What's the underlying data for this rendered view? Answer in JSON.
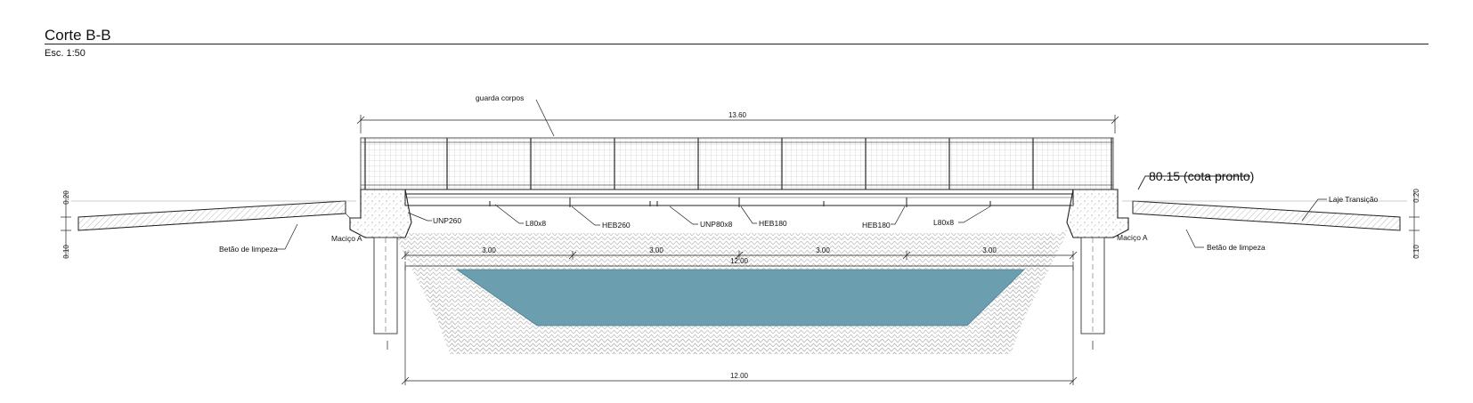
{
  "header": {
    "title": "Corte B-B",
    "scale": "Esc. 1:50"
  },
  "labels": {
    "guard_rail": "guarda corpos",
    "finished_level": "80.15 (cota pronto)",
    "transition_slab": "Laje Transição",
    "lean_concrete_left": "Betão de limpeza",
    "lean_concrete_right": "Betão de limpeza",
    "abutment_left": "Maciço A",
    "abutment_right": "Maciço A",
    "unp260": "UNP260",
    "l80x8_left": "L80x8",
    "heb260": "HEB260",
    "unp80x8": "UNP80x8",
    "heb180_a": "HEB180",
    "heb180_b": "HEB180",
    "l80x8_right": "L80x8"
  },
  "dimensions": {
    "total_length": "13.60",
    "span_1": "3.00",
    "span_2": "3.00",
    "span_3": "3.00",
    "span_4": "3.00",
    "clear_span": "12.00",
    "channel_width": "12.00",
    "left_top": "0.20",
    "left_bottom": "0.10",
    "right_top": "0.20",
    "right_bottom": "0.10"
  },
  "colors": {
    "water": "#6b9fb0",
    "line": "#222222",
    "hatch": "#8a8a8a"
  }
}
